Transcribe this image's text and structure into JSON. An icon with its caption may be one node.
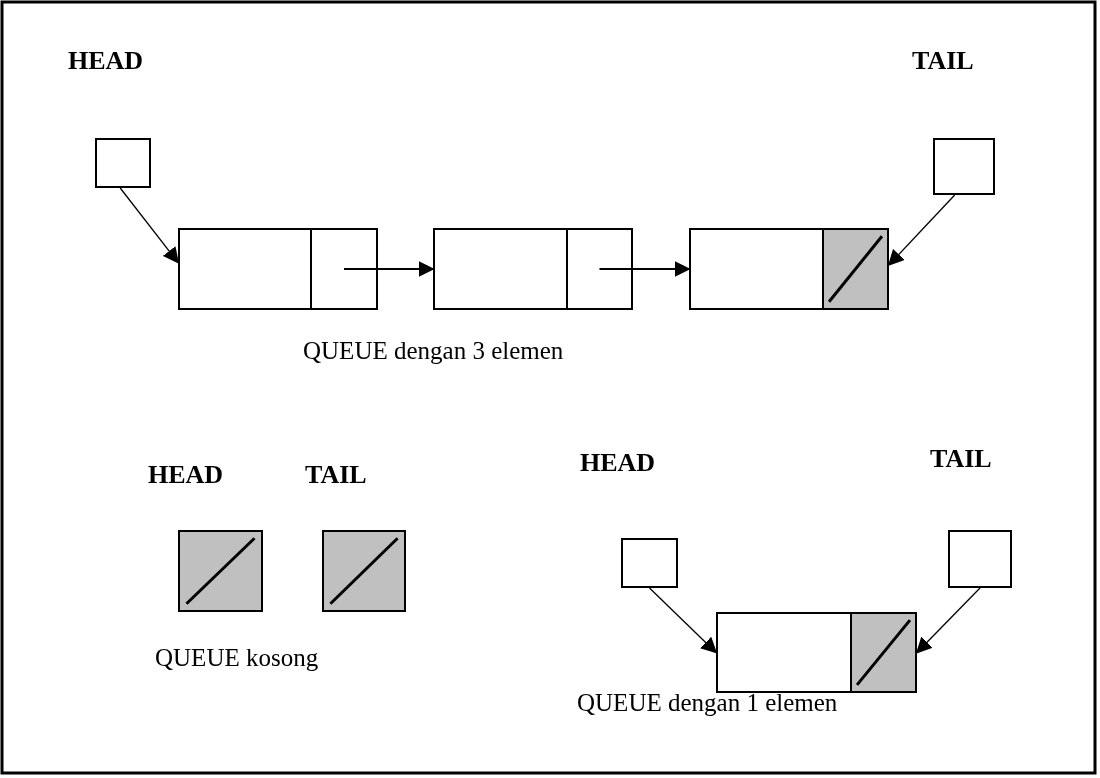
{
  "diagram": {
    "nodes": [
      {
        "text": [
          "HEAD"
        ]
      },
      {
        "text": [
          "TAIL"
        ]
      },
      {
        "text": [],
        "shape": "box"
      },
      {
        "text": [],
        "shape": "box",
        "in": 2
      },
      {
        "text": [],
        "shape": "box"
      },
      {
        "text": [],
        "shape": "box",
        "in": 4
      },
      {
        "text": [],
        "shape": "box"
      },
      {
        "text": [],
        "shape": "box",
        "in": 6
      },
      {
        "text": [
          "HEAD"
        ]
      },
      {
        "text": [
          "TAIL"
        ]
      },
      {
        "text": [
          "HEAD"
        ]
      },
      {
        "text": [
          "TAIL"
        ]
      },
      {
        "text": [],
        "shape": "box"
      },
      {
        "text": [],
        "shape": "box",
        "in": 12
      }
    ],
    "edges": [
      {
        "from": 0,
        "to": 2,
        "arrow": "to"
      },
      {
        "from": 3,
        "to": 4,
        "arrow": "to"
      },
      {
        "from": 5,
        "to": 6,
        "arrow": "to"
      },
      {
        "from": 1,
        "to": 6,
        "arrow": "to"
      },
      {
        "from": 10,
        "to": 12,
        "arrow": "to"
      },
      {
        "from": 11,
        "to": 12,
        "arrow": "to"
      }
    ],
    "labels": [
      "QUEUE dengan 3 elemen",
      "QUEUE kosong",
      "QUEUE dengan 1 elemen"
    ]
  }
}
